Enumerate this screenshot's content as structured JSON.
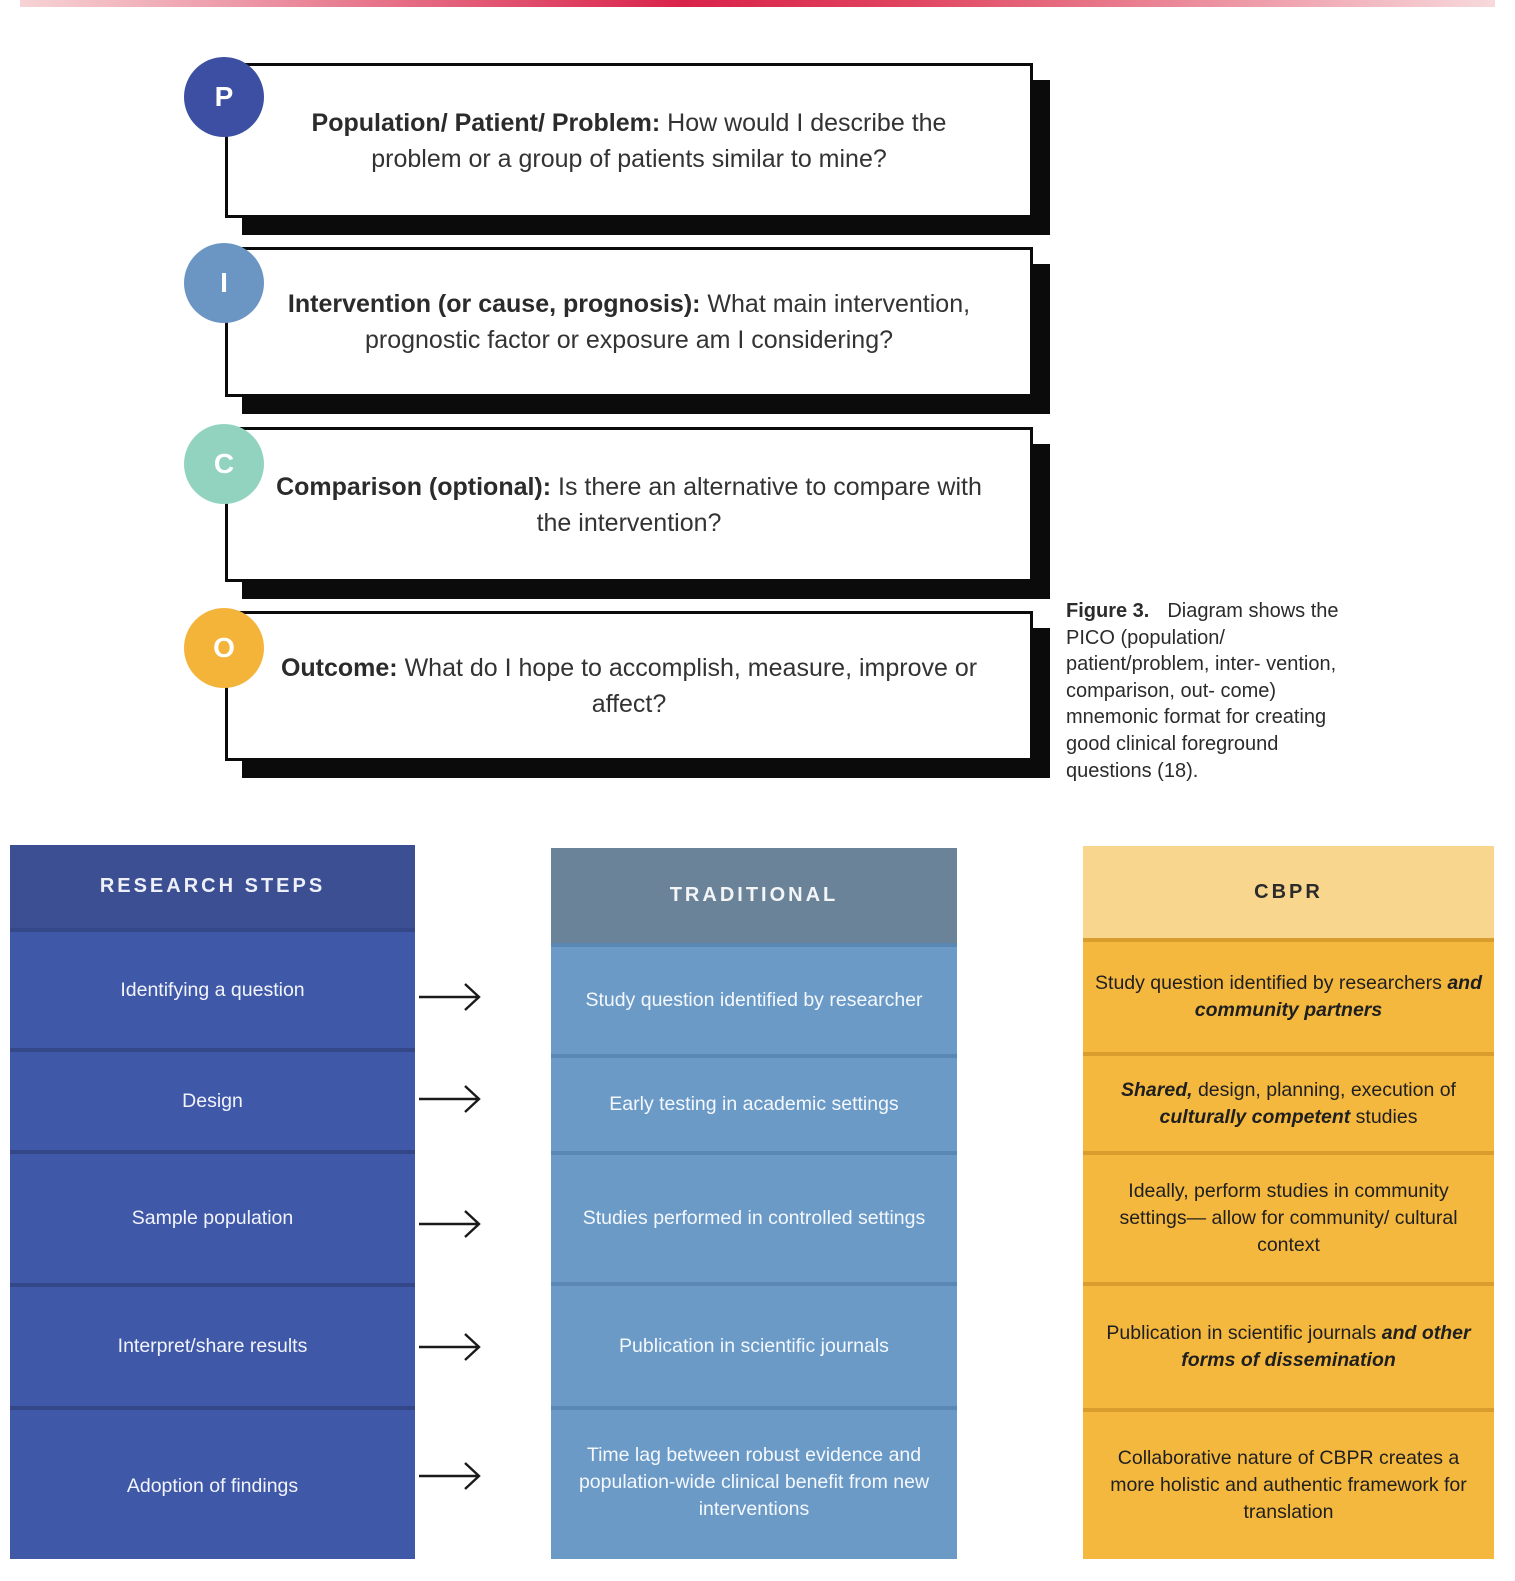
{
  "pico": [
    {
      "letter": "P",
      "color": "#3c4fa3",
      "bold": "Population/ Patient/ Problem:",
      "text": " How would I describe the problem or a group of patients similar to mine?"
    },
    {
      "letter": "I",
      "color": "#6b96c4",
      "bold": "Intervention (or cause, prognosis):",
      "text": " What main intervention, prognostic factor or exposure am I considering?"
    },
    {
      "letter": "C",
      "color": "#92d3c0",
      "bold": "Comparison (optional):",
      "text": " Is there an alternative to compare with the intervention?"
    },
    {
      "letter": "O",
      "color": "#f4b43a",
      "bold": "Outcome:",
      "text": " What do I hope to accomplish, measure, improve or affect?"
    }
  ],
  "caption": {
    "label": "Figure 3.",
    "text": "Diagram shows the PICO (population/ patient/problem, inter- vention, comparison, out- come) mnemonic format for creating good clinical foreground questions (18)."
  },
  "table": {
    "research_steps": {
      "header": "RESEARCH STEPS",
      "rows": [
        "Identifying a question",
        "Design",
        "Sample population",
        "Interpret/share results",
        "Adoption of findings"
      ]
    },
    "traditional": {
      "header": "TRADITIONAL",
      "rows": [
        "Study question identified by researcher",
        "Early testing in academic settings",
        "Studies performed in controlled settings",
        "Publication in scientific journals",
        "Time lag between robust evidence and population-wide clinical benefit from new interventions"
      ]
    },
    "cbpr": {
      "header": "CBPR",
      "rows": [
        [
          {
            "t": "Study question identified by researchers "
          },
          {
            "t": "and community partners",
            "i": true
          }
        ],
        [
          {
            "t": "Shared,",
            "i": true
          },
          {
            "t": " design, planning, execution of "
          },
          {
            "t": "culturally competent",
            "i": true
          },
          {
            "t": " studies"
          }
        ],
        [
          {
            "t": "Ideally, perform studies in community settings— allow for community/ cultural context"
          }
        ],
        [
          {
            "t": "Publication in scientific journals "
          },
          {
            "t": "and other forms of dissemination",
            "i": true
          }
        ],
        [
          {
            "t": "Collaborative nature of CBPR creates a more holistic and authentic framework for translation"
          }
        ]
      ]
    }
  }
}
